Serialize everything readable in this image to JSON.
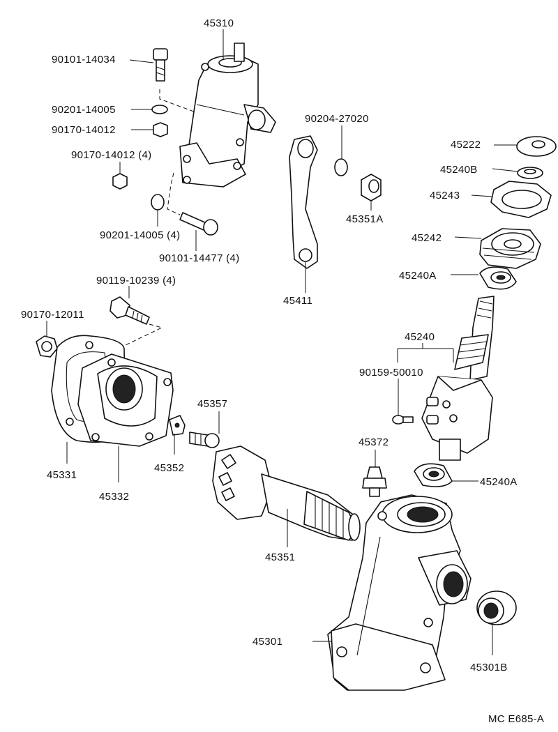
{
  "diagram": {
    "code": "MC E685-A",
    "labels": {
      "p45310": "45310",
      "p90101_14034": "90101-14034",
      "p90201_14005a": "90201-14005",
      "p90170_14012": "90170-14012",
      "p90170_14012_4": "90170-14012 (4)",
      "p90201_14005_4": "90201-14005 (4)",
      "p90101_14477_4": "90101-14477 (4)",
      "p90204_27020": "90204-27020",
      "p45351A": "45351A",
      "p45411": "45411",
      "p45222": "45222",
      "p45240B": "45240B",
      "p45243": "45243",
      "p45242": "45242",
      "p45240A_top": "45240A",
      "p45240": "45240",
      "p90159_50010": "90159-50010",
      "p45240A_bottom": "45240A",
      "p90119_10239_4": "90119-10239 (4)",
      "p90170_12011": "90170-12011",
      "p45357": "45357",
      "p45372": "45372",
      "p45331": "45331",
      "p45332": "45332",
      "p45352": "45352",
      "p45351": "45351",
      "p45301": "45301",
      "p45301B": "45301B"
    }
  }
}
